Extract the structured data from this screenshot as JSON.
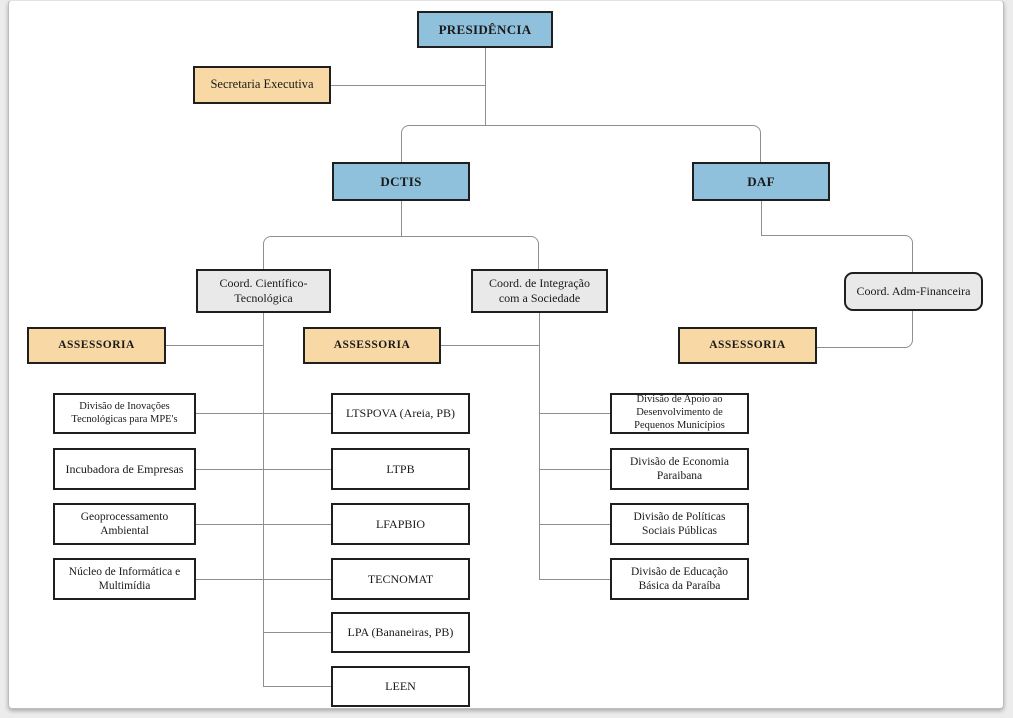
{
  "org": {
    "root": {
      "label": "PRESIDÊNCIA"
    },
    "secretaria": {
      "label": "Secretaria Executiva"
    },
    "departments": [
      {
        "label": "DCTIS"
      },
      {
        "label": "DAF"
      }
    ],
    "coordinations": [
      {
        "label": "Coord. Científico-Tecnológica"
      },
      {
        "label": "Coord. de Integração com a Sociedade"
      },
      {
        "label": "Coord. Adm-Financeira"
      }
    ],
    "assessorias": [
      {
        "label": "ASSESSORIA"
      },
      {
        "label": "ASSESSORIA"
      },
      {
        "label": "ASSESSORIA"
      }
    ],
    "cientifico_units": [
      {
        "label": "Divisão de Inovações Tecnológicas para MPE's"
      },
      {
        "label": "Incubadora de Empresas"
      },
      {
        "label": "Geoprocessamento Ambiental"
      },
      {
        "label": "Núcleo de Informática e Multimídia"
      }
    ],
    "laboratorios": [
      {
        "label": "LTSPOVA (Areia, PB)"
      },
      {
        "label": "LTPB"
      },
      {
        "label": "LFAPBIO"
      },
      {
        "label": "TECNOMAT"
      },
      {
        "label": "LPA (Bananeiras, PB)"
      },
      {
        "label": "LEEN"
      }
    ],
    "sociedade_units": [
      {
        "label": "Divisão de Apoio ao Desenvolvimento de Pequenos Municípios"
      },
      {
        "label": "Divisão de Economia Paraibana"
      },
      {
        "label": "Divisão de Políticas Sociais Públicas"
      },
      {
        "label": "Divisão de Educação Básica da Paraíba"
      }
    ],
    "colors": {
      "executive_fill": "#8fc1dd",
      "assessoria_fill": "#f8d8a4",
      "coordination_fill": "#e9e9e9",
      "unit_fill": "#ffffff",
      "border": "#1f1f1f",
      "connector": "#8f8f8f"
    }
  }
}
